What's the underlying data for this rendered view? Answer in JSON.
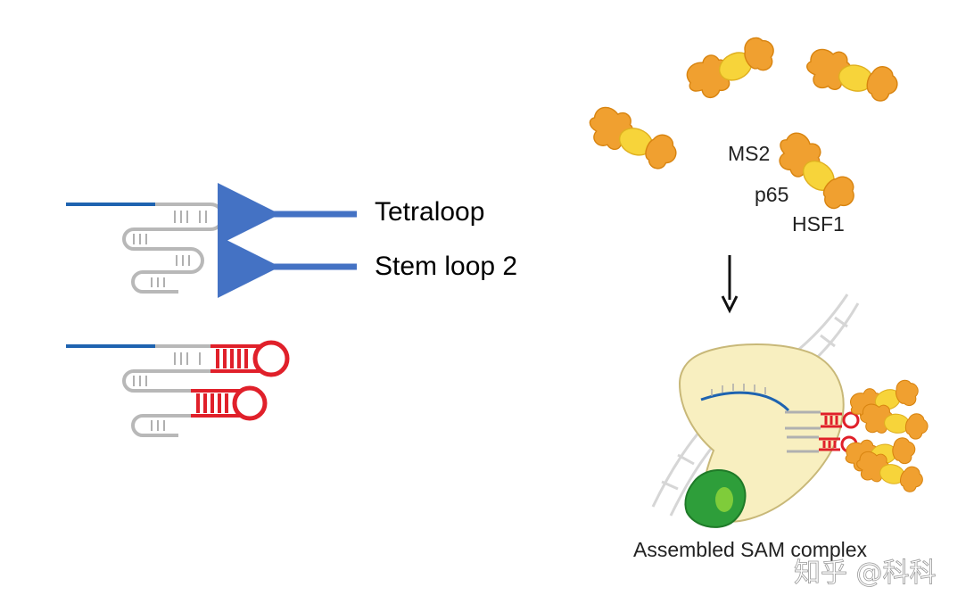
{
  "left_panel": {
    "label_tetraloop": "Tetraloop",
    "label_stem_loop_2": "Stem loop 2"
  },
  "right_panel": {
    "label_ms2": "MS2",
    "label_p65": "p65",
    "label_hsf1": "HSF1",
    "caption": "Assembled SAM complex"
  },
  "watermark": "知乎 @科科",
  "colors": {
    "guide_blue": "#1e63b0",
    "arrow_blue": "#4472c4",
    "aptamer_red": "#e0202a",
    "scaffold_gray": "#b4b4b4",
    "protein_orange": "#f0a030",
    "protein_yellow": "#f7d43a",
    "cas9_cream": "#f8efc0",
    "domain_green": "#2e9e3a"
  },
  "icons": [
    "left-arrow-icon",
    "down-arrow-icon",
    "ms2-p65-hsf1-fusion-icon",
    "cas9-icon",
    "dna-helix-icon"
  ]
}
